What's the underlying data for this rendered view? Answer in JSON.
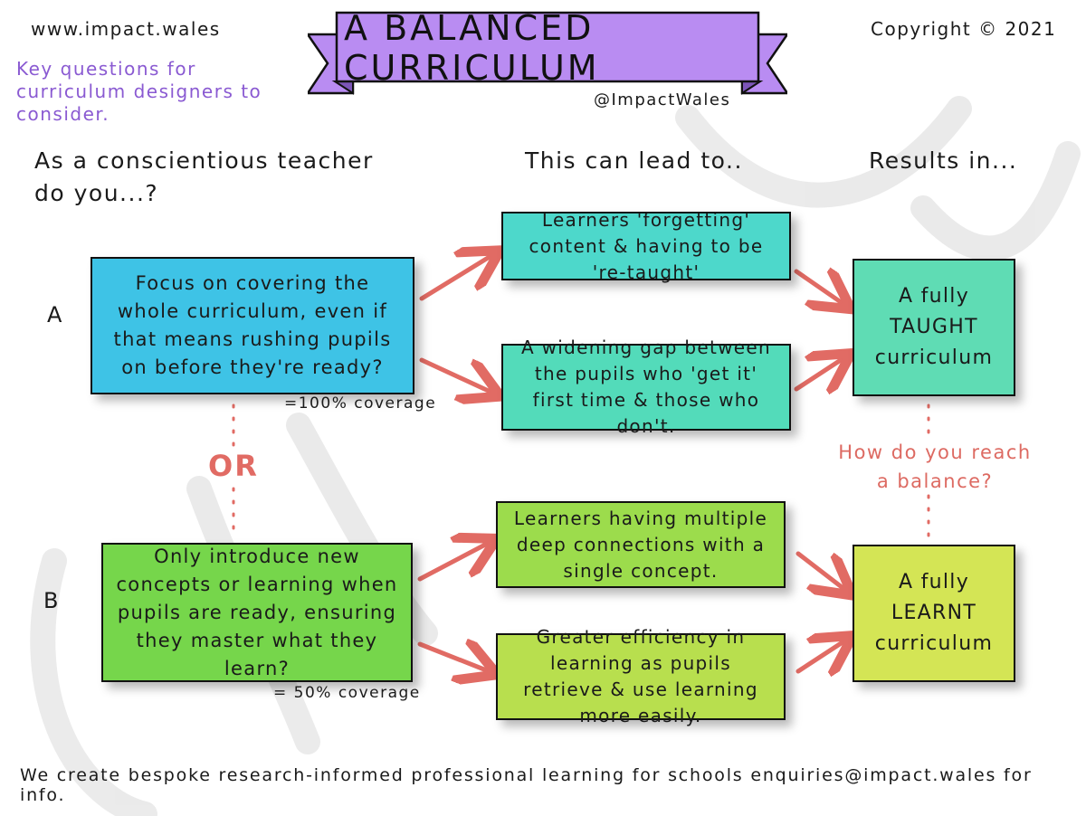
{
  "header": {
    "title": "A Balanced Curriculum",
    "handle": "@ImpactWales",
    "website": "www.impact.wales",
    "copyright": "Copyright © 2021",
    "subtitle": "Key questions for curriculum designers to consider."
  },
  "columns": {
    "question": "As a conscientious teacher do you...?",
    "lead_to": "This can lead to..",
    "results": "Results in..."
  },
  "options": [
    {
      "label": "A",
      "text": "Focus on covering the whole curriculum, even if that means rushing pupils on before they're ready?",
      "coverage": "=100% coverage"
    },
    {
      "label": "B",
      "text": "Only introduce new concepts or learning when pupils are ready, ensuring they master what they learn?",
      "coverage": "= 50% coverage"
    }
  ],
  "or_label": "OR",
  "consequences": [
    "Learners 'forgetting' content & having to be 're-taught'",
    "A widening gap between the pupils who 'get it' first time & those who don't.",
    "Learners having multiple deep connections with a single concept.",
    "Greater efficiency in learning as pupils retrieve & use learning more easily."
  ],
  "results": [
    "A fully TAUGHT curriculum",
    "A fully LEARNT curriculum"
  ],
  "balance_question": "How do you reach a balance?",
  "footer": "We create bespoke research-informed professional learning for schools enquiries@impact.wales for info.",
  "colors": {
    "banner": "#b98cf2",
    "box_a": "#3ec3e6",
    "box_b": "#76d64b",
    "arrow": "#e16b64",
    "subtitle": "#8a5ad2"
  }
}
